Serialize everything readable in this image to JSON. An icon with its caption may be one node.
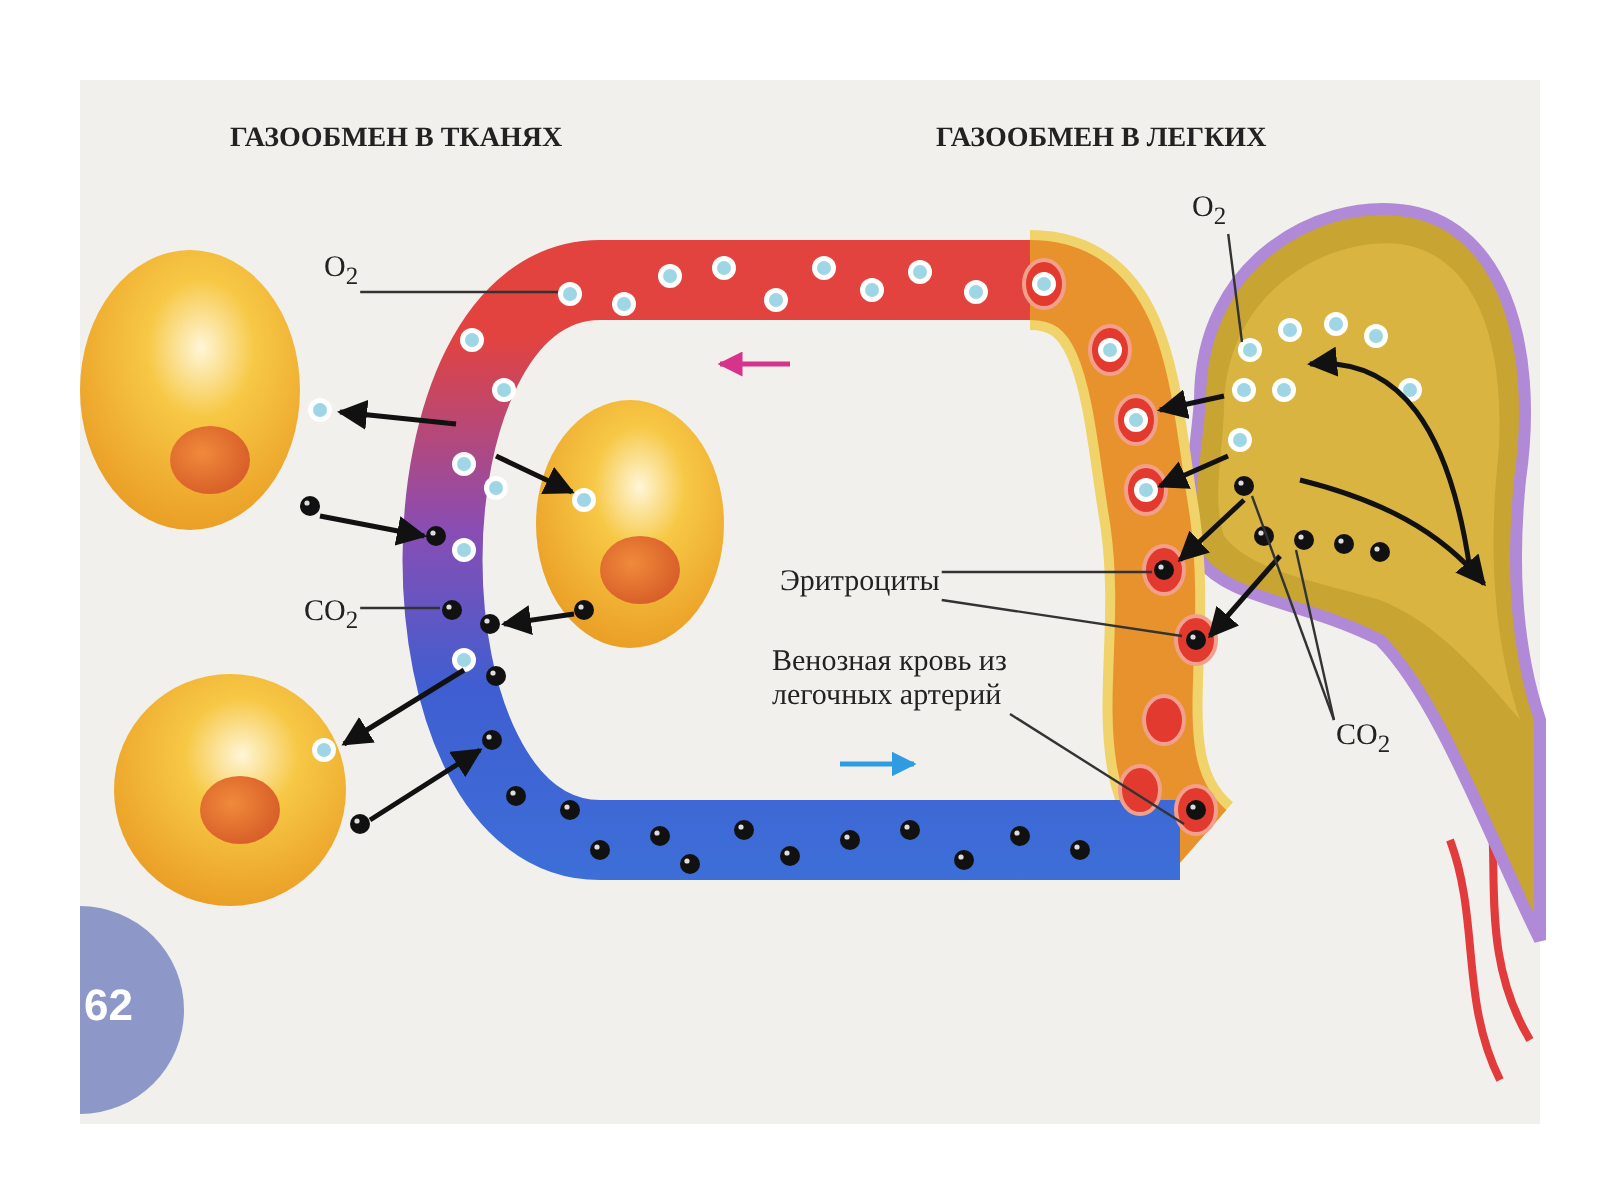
{
  "diagram": {
    "nodes": [
      {
        "text": [
          "O$_{2}$"
        ]
      },
      {
        "text": [
          "CO$_{2}$"
        ]
      },
      {
        "text": [
          "O$_{2}$"
        ]
      },
      {
        "text": [
          "Эритроциты"
        ]
      },
      {
        "text": [
          "Венозная кровь из легочных артерий"
        ]
      },
      {
        "text": [
          "CO$_{2}$"
        ]
      }
    ],
    "edges": [
      {
        "from": 0,
        "to": null,
        "arrow": "none"
      },
      {
        "from": 1,
        "to": null,
        "arrow": "none"
      },
      {
        "from": 2,
        "to": null,
        "arrow": "none"
      },
      {
        "from": 3,
        "to": null,
        "arrow": "none"
      },
      {
        "from": 3,
        "to": null,
        "arrow": "none"
      },
      {
        "from": 4,
        "to": null,
        "arrow": "none"
      },
      {
        "from": 5,
        "to": null,
        "arrow": "none"
      },
      {
        "from": 5,
        "to": null,
        "arrow": "none"
      }
    ],
    "labels": [
      "ГАЗООБМЕН В ТКАНЯХ",
      "ГАЗООБМЕН В ЛЕГКИХ",
      "62"
    ]
  }
}
